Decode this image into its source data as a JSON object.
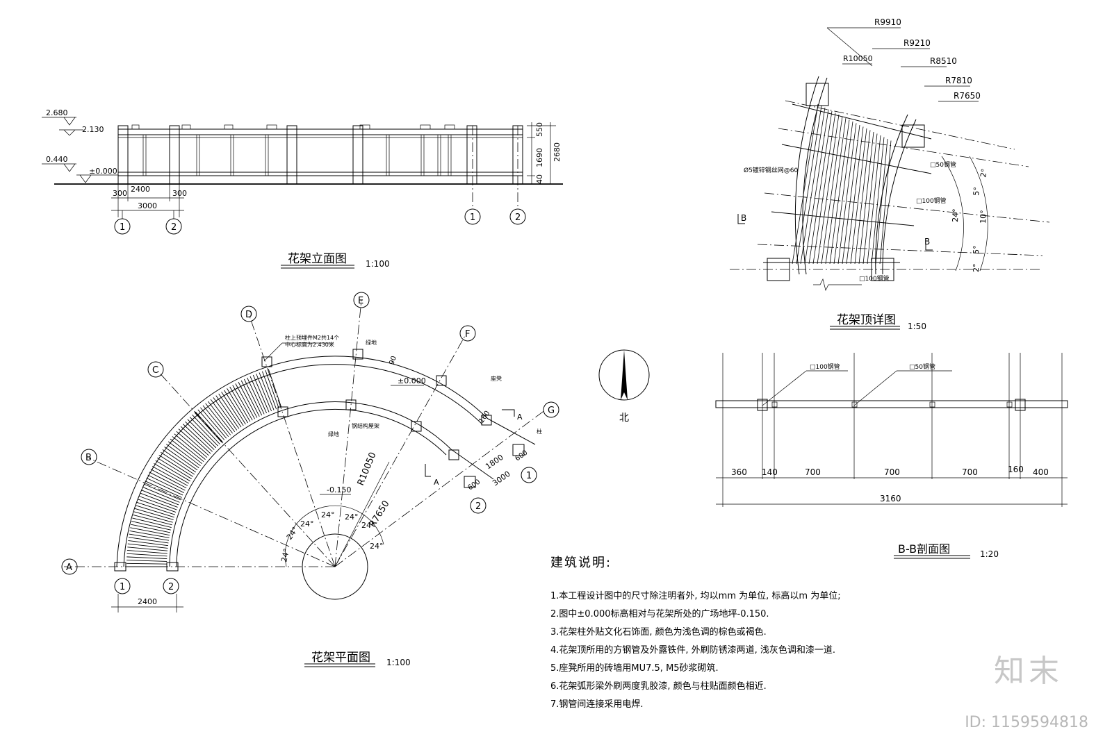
{
  "elevation": {
    "title": "花架立面图",
    "scale": "1:100",
    "levels": [
      "2.680",
      "2.130",
      "0.440",
      "±0.000"
    ],
    "dims_right": [
      "550",
      "1690",
      "40",
      "2680"
    ],
    "dims_bottom": [
      "300",
      "2400",
      "300",
      "3000"
    ],
    "axes": [
      "1",
      "2",
      "1",
      "2"
    ]
  },
  "plan": {
    "title": "花架平面图",
    "scale": "1:100",
    "axis_letters": [
      "A",
      "B",
      "C",
      "D",
      "E",
      "F",
      "G"
    ],
    "axis_numbers": [
      "1",
      "2",
      "1",
      "2"
    ],
    "angles": [
      "24°",
      "24°",
      "24°",
      "24°",
      "24°",
      "24°",
      "24°"
    ],
    "radius_outer": "R10050",
    "radius_inner": "R7650",
    "level_top": "±0.000",
    "level_bottom": "-0.150",
    "note_embed_1": "柱上预埋件M2共14个",
    "note_embed_2": "中心标高为2.430米",
    "label_green_1": "绿地",
    "label_green_2": "绿地",
    "label_bench": "座凳",
    "label_pillar": "柱",
    "label_roof": "钢结构屋架",
    "dim_bottom": "2400",
    "dim_right_1": "1800",
    "dim_right_2": "600",
    "dim_right_3": "600",
    "dim_right_4": "3000",
    "dim_160": "160",
    "dim_90": "90",
    "section_mark": "A",
    "north": "北"
  },
  "top_detail": {
    "title": "花架顶详图",
    "scale": "1:50",
    "radii": [
      "R9910",
      "R9210",
      "R10050",
      "R8510",
      "R7810",
      "R7650"
    ],
    "label_wire": "Ø5镀锌钢丝网@60",
    "label_tube50": "□50钢管",
    "label_tube100a": "□100钢管",
    "label_tube100b": "□100钢管",
    "angles": [
      "2°",
      "5°",
      "24°",
      "10°",
      "5°",
      "2°"
    ],
    "section": "B"
  },
  "section_bb": {
    "title": "B-B剖面图",
    "scale": "1:20",
    "label_tube100": "□100钢管",
    "label_tube50": "□50钢管",
    "dims": [
      "360",
      "140",
      "700",
      "700",
      "700",
      "160",
      "400"
    ],
    "total": "3160"
  },
  "notes": {
    "title": "建筑说明:",
    "items": [
      "1.本工程设计图中的尺寸除注明者外, 均以mm 为单位, 标高以m 为单位;",
      "2.图中±0.000标高相对与花架所处的广场地坪-0.150.",
      "3.花架柱外贴文化石饰面, 颜色为浅色调的棕色或褐色.",
      "4.花架顶所用的方钢管及外露铁件, 外刷防锈漆两道, 浅灰色调和漆一道.",
      "5.座凳所用的砖墙用MU7.5, M5砂浆砌筑.",
      "6.花架弧形梁外刷两度乳胶漆, 颜色与柱贴面颜色相近.",
      "7.钢管间连接采用电焊."
    ]
  },
  "watermark": {
    "logo": "知末",
    "id": "ID: 1159594818"
  }
}
